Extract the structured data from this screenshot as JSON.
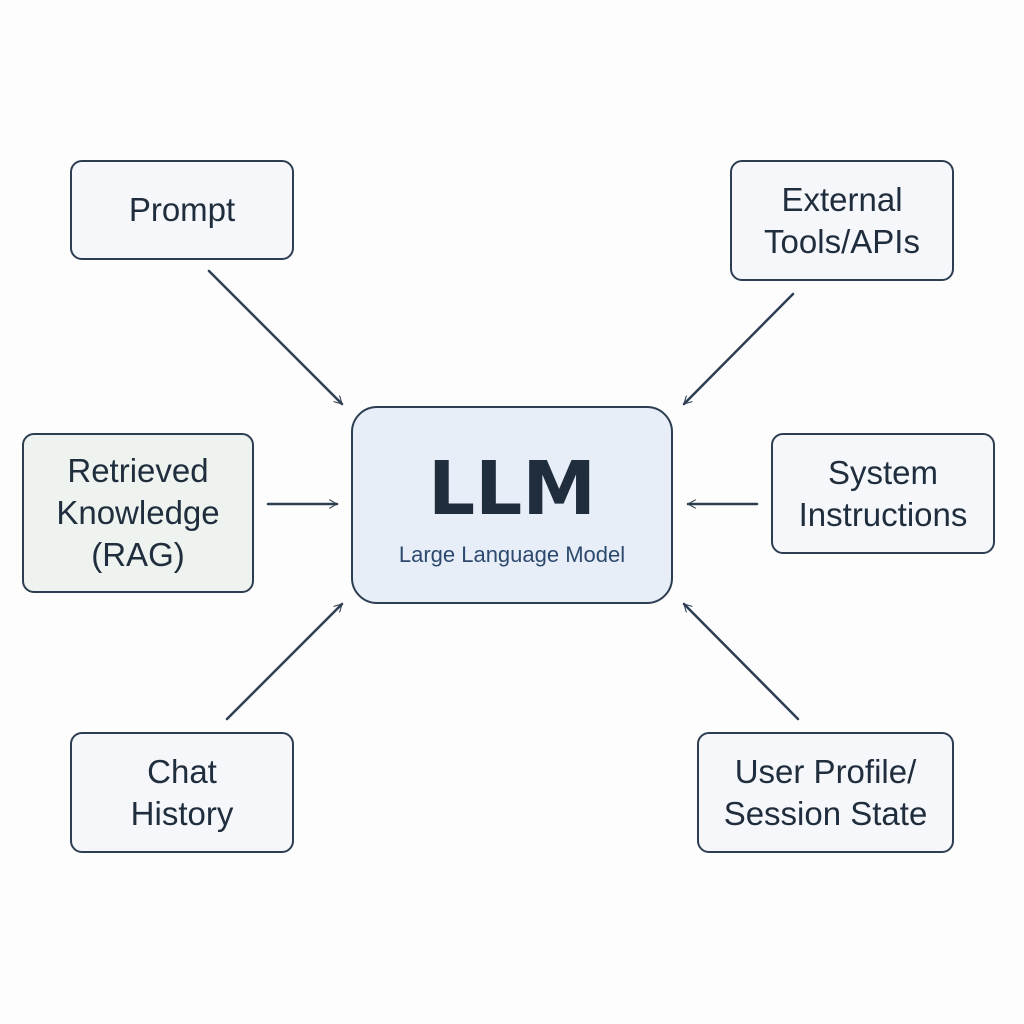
{
  "nodes": {
    "prompt": {
      "label": "Prompt"
    },
    "tools": {
      "label": "External\nTools/APIs"
    },
    "rag": {
      "label": "Retrieved\nKnowledge\n(RAG)"
    },
    "system": {
      "label": "System\nInstructions"
    },
    "chat": {
      "label": "Chat\nHistory"
    },
    "profile": {
      "label": "User Profile/\nSession State"
    }
  },
  "center": {
    "title": "LLM",
    "subtitle": "Large Language Model"
  },
  "edges": [
    {
      "from": "prompt",
      "to": "center"
    },
    {
      "from": "tools",
      "to": "center"
    },
    {
      "from": "rag",
      "to": "center"
    },
    {
      "from": "system",
      "to": "center"
    },
    {
      "from": "chat",
      "to": "center"
    },
    {
      "from": "profile",
      "to": "center"
    }
  ],
  "colors": {
    "stroke": "#2e3e52",
    "center_fill": "#e8eef8",
    "box_fill": "#f5f7fa",
    "rag_fill": "#eef3ef",
    "subtitle": "#2d4a6e"
  }
}
